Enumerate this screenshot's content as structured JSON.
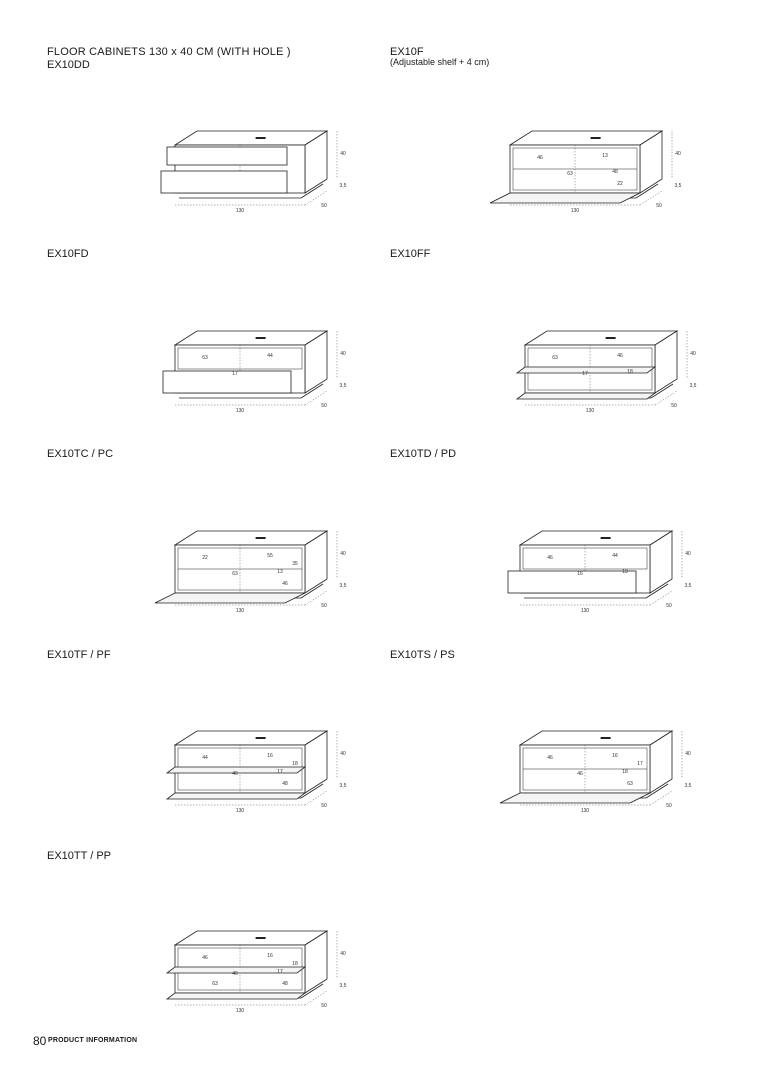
{
  "header": {
    "title": "FLOOR CABINETS 130 x 40 CM (WITH HOLE )",
    "first_code": "EX10DD",
    "second_code": "EX10F",
    "second_note": "(Adjustable shelf + 4 cm)"
  },
  "items": [
    {
      "code": "EX10DD",
      "type": "drawers2",
      "dims": {
        "w": "130",
        "d": "50",
        "h": "40",
        "f": "3,5"
      }
    },
    {
      "code": "EX10F",
      "type": "flap1",
      "dims": {
        "w": "130",
        "d": "50",
        "h": "40",
        "f": "3,5",
        "a": "46",
        "b": "13",
        "c": "63",
        "e": "48",
        "g": "22"
      }
    },
    {
      "code": "EX10FD",
      "type": "top_open_drawer",
      "dims": {
        "w": "130",
        "d": "50",
        "h": "40",
        "f": "3,5",
        "a": "63",
        "b": "44",
        "c": "17"
      }
    },
    {
      "code": "EX10FF",
      "type": "two_flaps",
      "dims": {
        "w": "130",
        "d": "50",
        "h": "40",
        "f": "3,5",
        "a": "63",
        "b": "46",
        "c": "17",
        "e": "18"
      }
    },
    {
      "code": "EX10TC / PC",
      "type": "flap_bottom",
      "dims": {
        "w": "130",
        "d": "50",
        "h": "40",
        "f": "3,5",
        "a": "22",
        "b": "55",
        "c": "63",
        "e": "13",
        "g": "46",
        "k": "35"
      }
    },
    {
      "code": "EX10TD / PD",
      "type": "drawer_bottom",
      "dims": {
        "w": "130",
        "d": "50",
        "h": "40",
        "f": "3,5",
        "a": "46",
        "b": "44",
        "c": "16",
        "e": "19"
      }
    },
    {
      "code": "EX10TF / PF",
      "type": "trays_two",
      "dims": {
        "w": "130",
        "d": "50",
        "h": "40",
        "f": "3,5",
        "a": "44",
        "b": "16",
        "c": "46",
        "e": "17",
        "g": "48",
        "k": "18"
      }
    },
    {
      "code": "EX10TS / PS",
      "type": "tray_flap",
      "dims": {
        "w": "130",
        "d": "50",
        "h": "40",
        "f": "3,5",
        "a": "46",
        "b": "16",
        "c": "46",
        "e": "18",
        "g": "63",
        "k": "17"
      }
    },
    {
      "code": "EX10TT / PP",
      "type": "trays_two",
      "dims": {
        "w": "130",
        "d": "50",
        "h": "40",
        "f": "3,5",
        "a": "46",
        "b": "16",
        "c": "46",
        "e": "17",
        "g": "48",
        "k": "18",
        "m": "63"
      }
    }
  ],
  "footer": {
    "page_number": "80",
    "section": "PRODUCT INFORMATION"
  }
}
